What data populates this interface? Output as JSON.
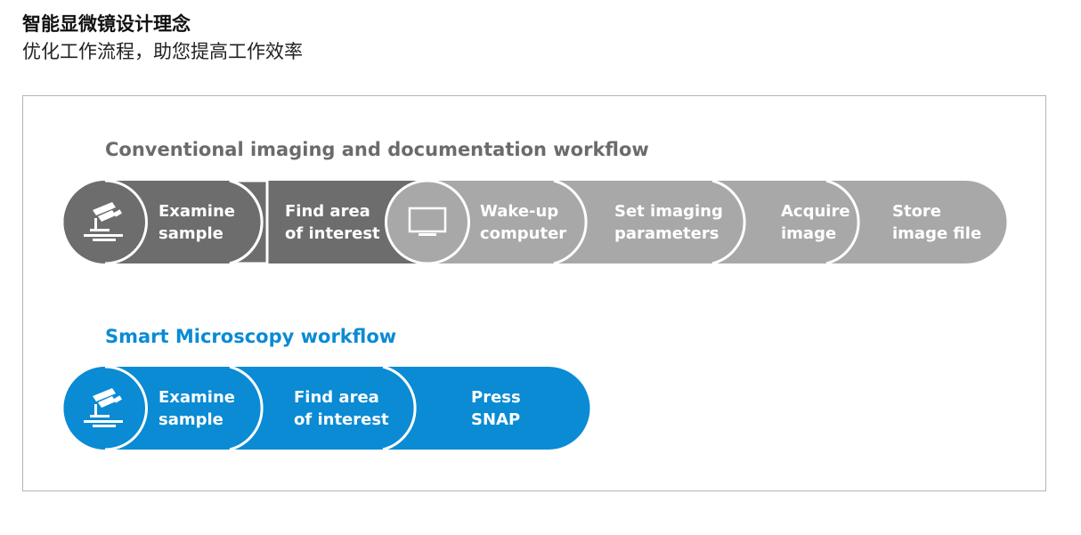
{
  "header": {
    "title": "智能显微镜设计理念",
    "subtitle": "优化工作流程，助您提高工作效率"
  },
  "conventional": {
    "title": "Conventional imaging and documentation workflow",
    "steps": [
      {
        "lines": [
          "Examine",
          "sample"
        ],
        "color": "#6d6d6d"
      },
      {
        "lines": [
          "Find area",
          "of interest"
        ],
        "color": "#6d6d6d"
      },
      {
        "lines": [
          "Wake-up",
          "computer"
        ],
        "color": "#a8a8a8"
      },
      {
        "lines": [
          "Set imaging",
          "parameters"
        ],
        "color": "#a8a8a8"
      },
      {
        "lines": [
          "Acquire",
          "image"
        ],
        "color": "#a8a8a8"
      },
      {
        "lines": [
          "Store",
          "image file"
        ],
        "color": "#a8a8a8"
      }
    ]
  },
  "smart": {
    "title": "Smart Microscopy workflow",
    "steps": [
      {
        "lines": [
          "Examine",
          "sample"
        ],
        "color": "#0a8bd4"
      },
      {
        "lines": [
          "Find area",
          "of interest"
        ],
        "color": "#0a8bd4"
      },
      {
        "lines": [
          "Press",
          "SNAP"
        ],
        "color": "#0a8bd4"
      }
    ]
  },
  "colors": {
    "conventional_title": "#6b6b6b",
    "smart_title": "#0a8bd4",
    "dark_gray": "#6d6d6d",
    "light_gray": "#a8a8a8",
    "blue": "#0a8bd4",
    "separator": "#ffffff"
  },
  "icons": {
    "microscope": "microscope-icon",
    "monitor": "monitor-icon"
  }
}
